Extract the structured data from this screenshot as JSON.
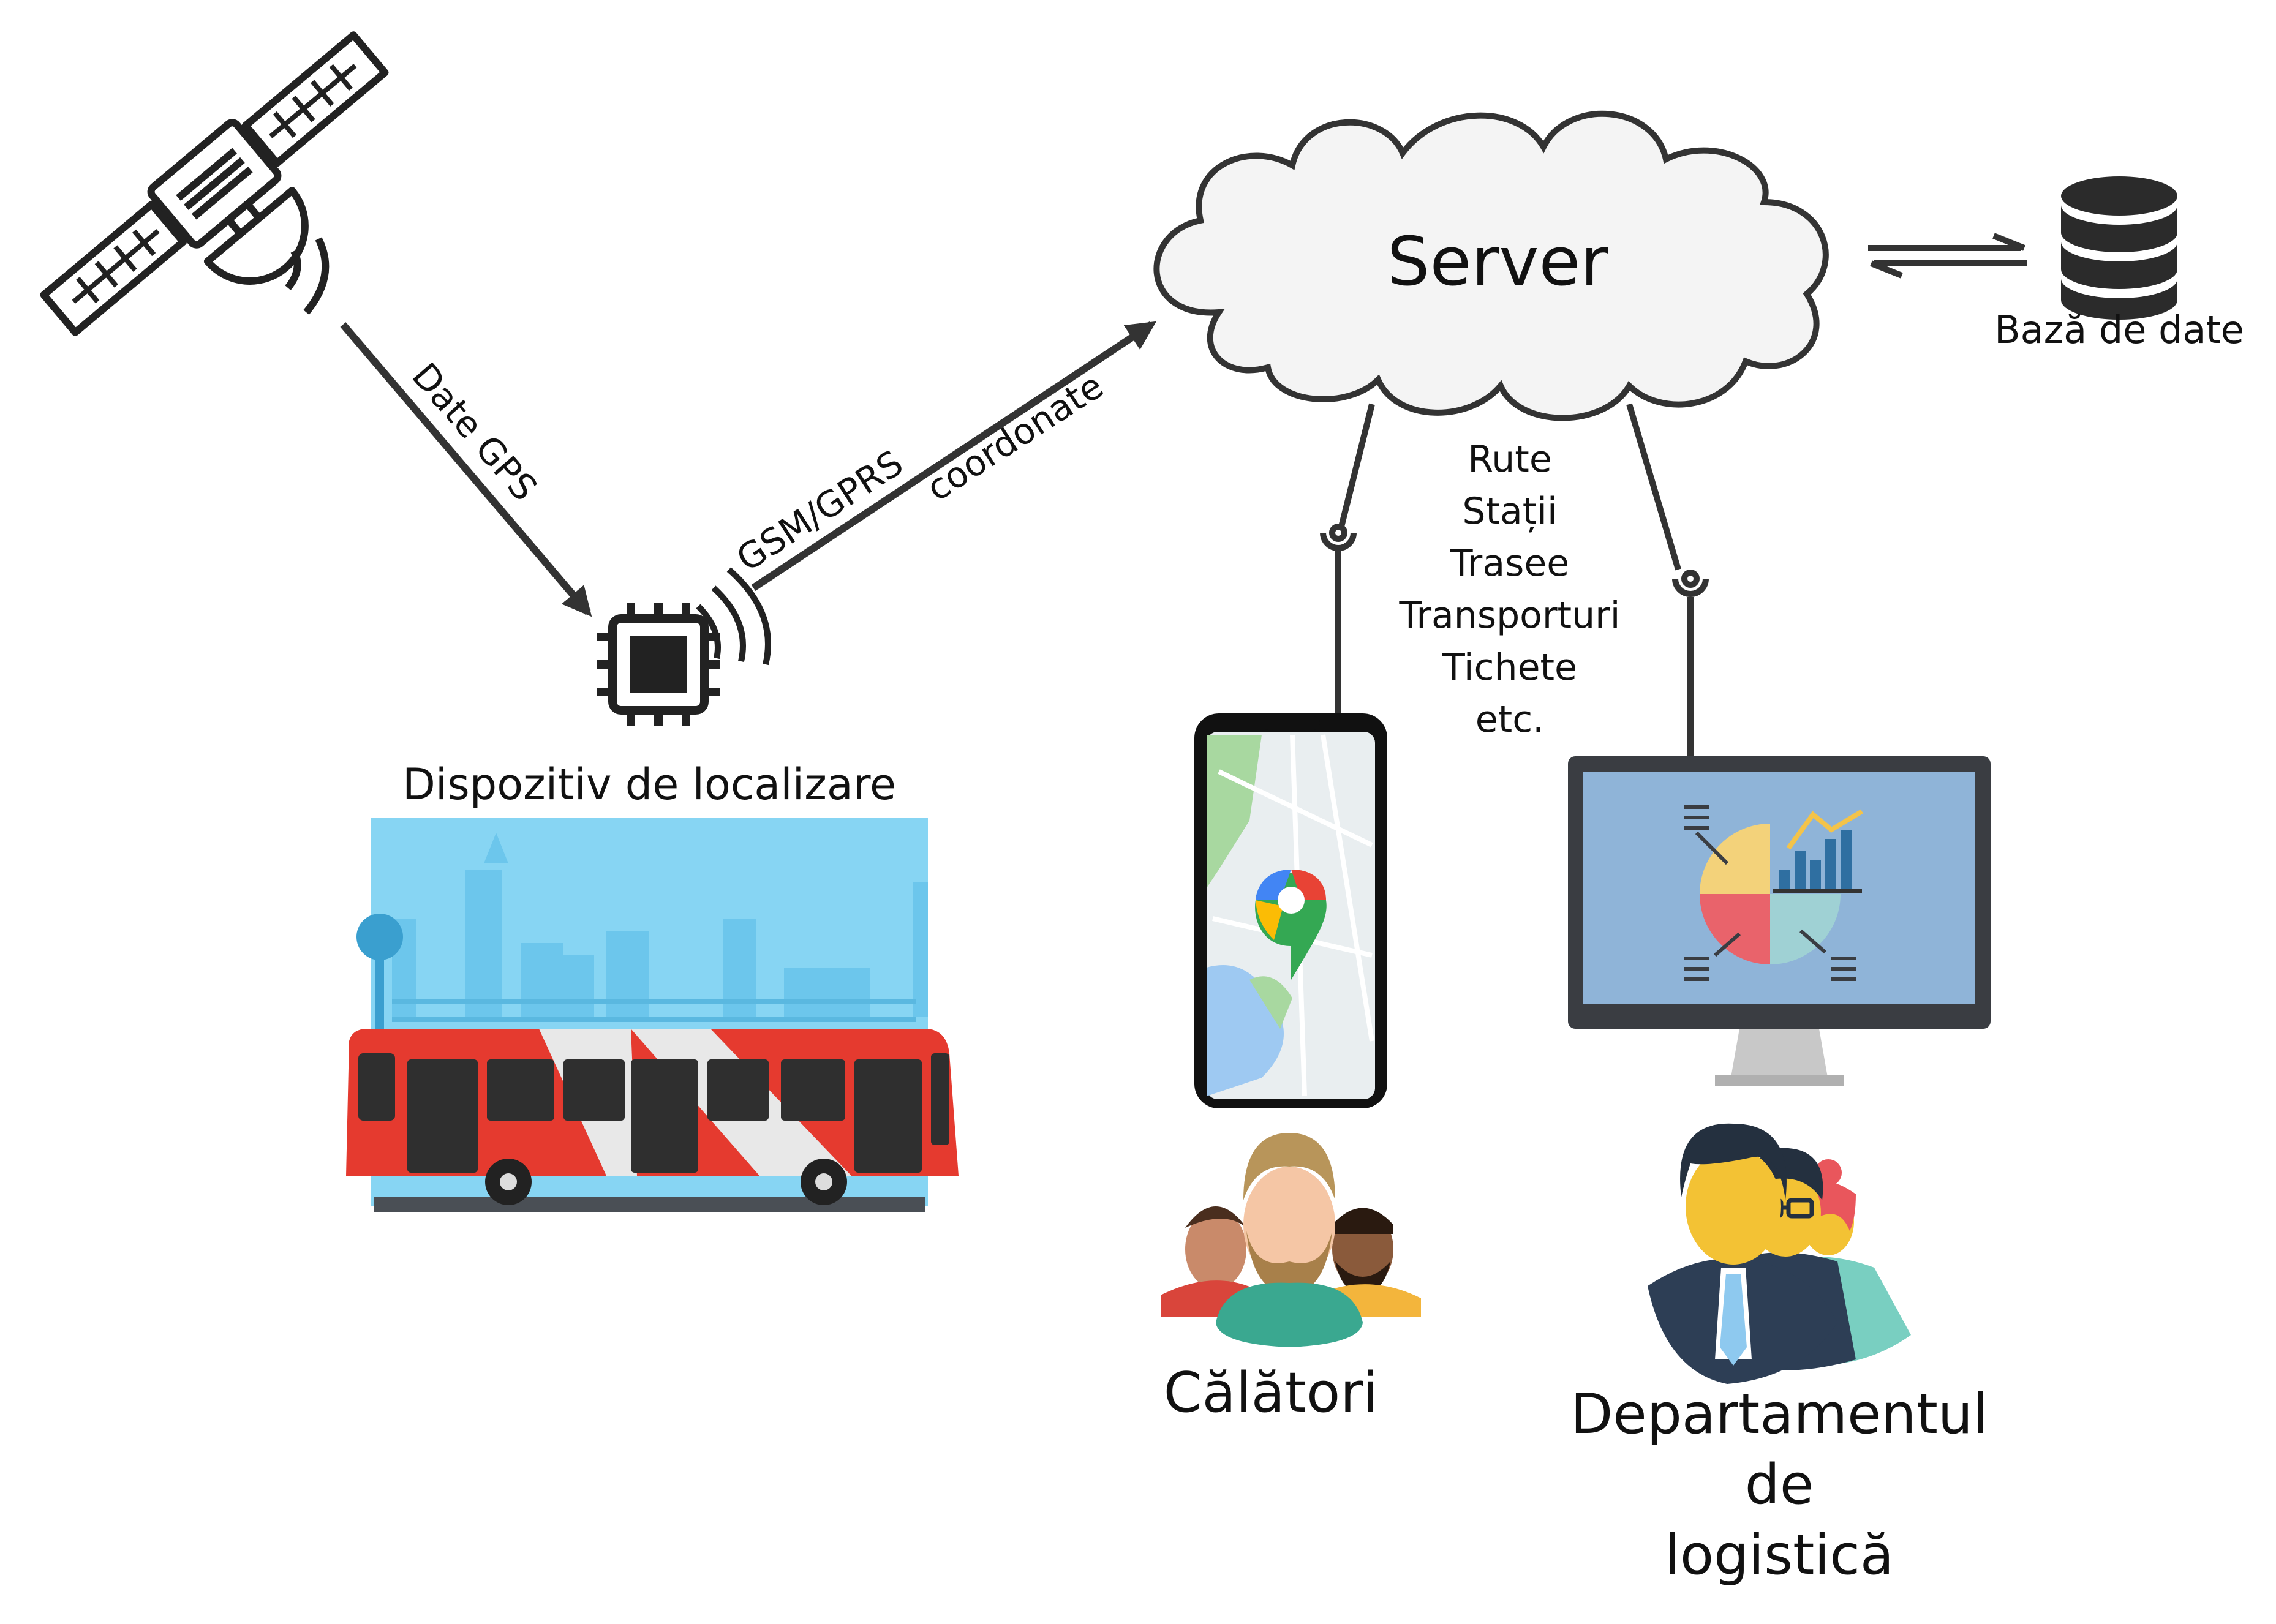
{
  "labels": {
    "server": "Server",
    "database": "Bază de date",
    "gps_data": "Date GPS",
    "gsm": "GSM/GPRS",
    "coordinates": "coordonate",
    "device": "Dispozitiv de localizare",
    "travelers": "Călători",
    "logistics_line1": "Departamentul",
    "logistics_line2": "de",
    "logistics_line3": "logistică"
  },
  "server_data": [
    "Rute",
    "Stații",
    "Trasee",
    "Transporturi",
    "Tichete",
    "etc."
  ],
  "colors": {
    "line": "#333333",
    "bus_red": "#e53a2f",
    "sky": "#87d5f3",
    "map_pin_red": "#e84335",
    "map_pin_green": "#34a853",
    "map_pin_blue": "#4285f4",
    "map_pin_yellow": "#fbbc05",
    "monitor_screen": "#8fb4d8"
  },
  "icons": [
    "satellite-icon",
    "chip-icon",
    "cloud-icon",
    "database-icon",
    "phone-map-icon",
    "monitor-chart-icon",
    "people-icon",
    "business-team-icon",
    "bus-icon"
  ]
}
